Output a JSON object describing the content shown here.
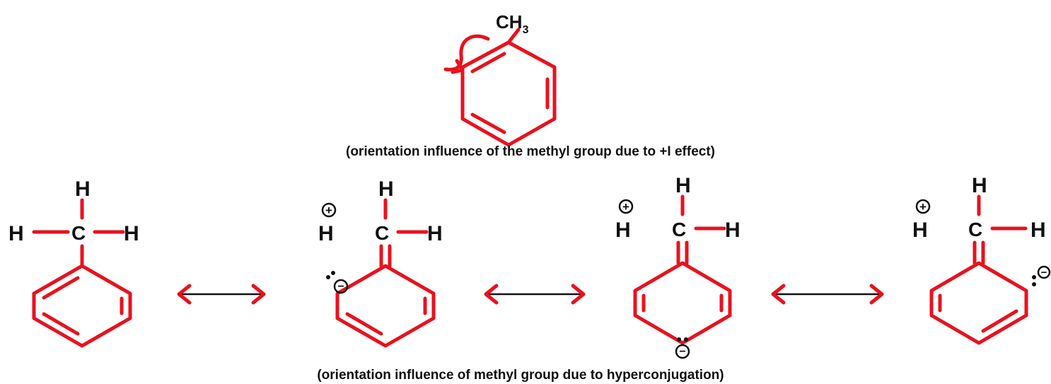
{
  "top_structure": {
    "group_label": "CH",
    "group_sub": "3"
  },
  "captions": {
    "inductive": "(orientation influence of the methyl group due to +I effect)",
    "hyperconjugation": "(orientation influence of methyl group due to hyperconjugation)"
  },
  "atoms": {
    "h": "H",
    "c": "C",
    "plus": "+",
    "minus": "−"
  },
  "colors": {
    "bond": "#e8121e",
    "text": "#111111"
  }
}
